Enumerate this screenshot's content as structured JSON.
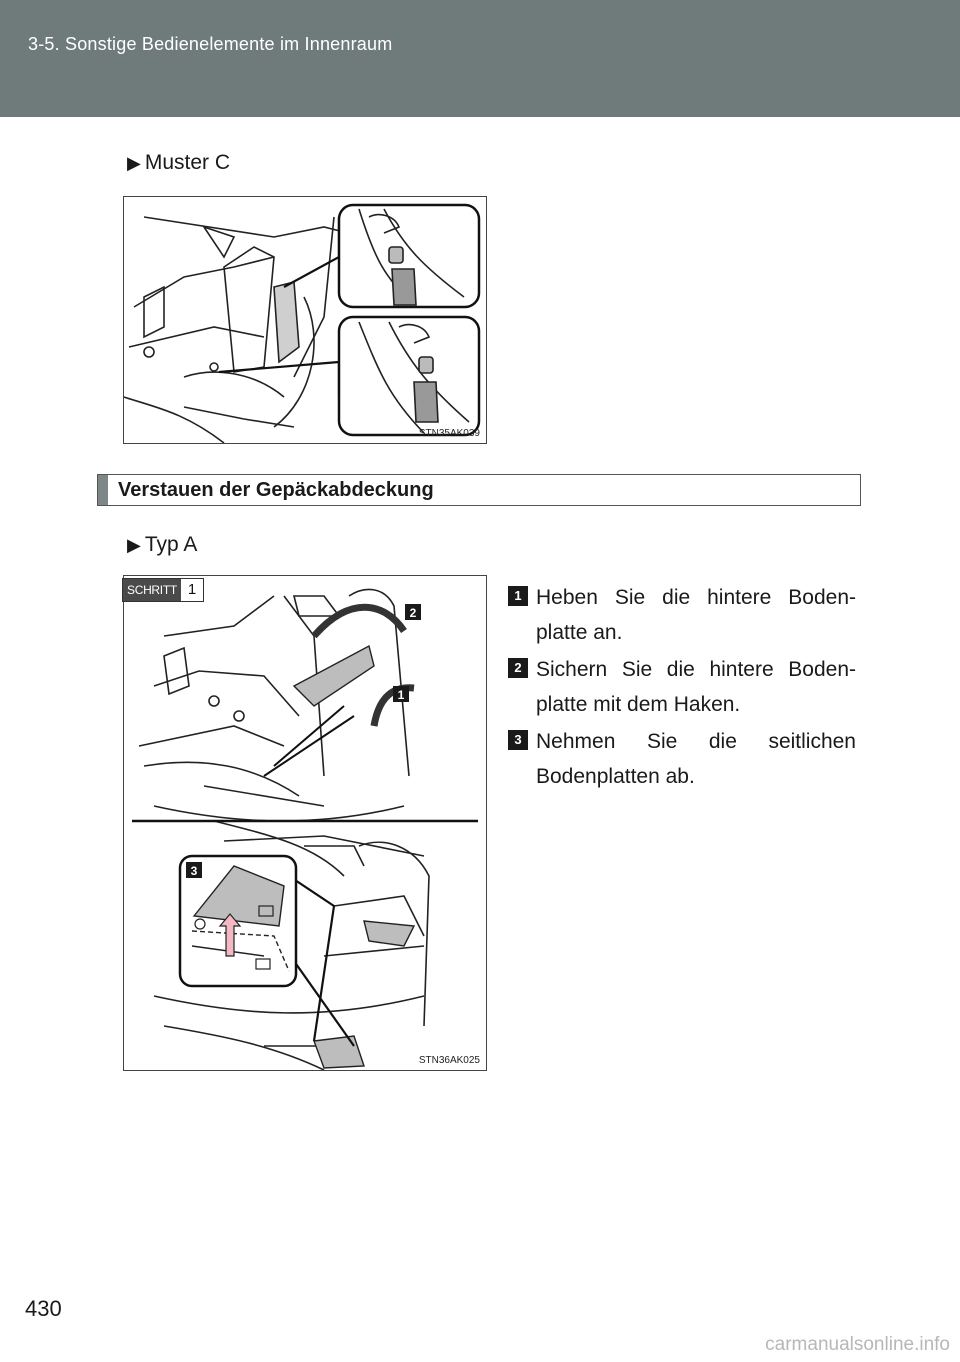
{
  "header": {
    "title": "3-5. Sonstige Bedienelemente im Innenraum"
  },
  "pattern_c": {
    "label": "Muster C"
  },
  "figure1": {
    "code": "STN35AK039"
  },
  "section": {
    "heading": "Verstauen der Gepäckabdeckung"
  },
  "type_a": {
    "label": "Typ A"
  },
  "step_badge": {
    "label": "SCHRITT",
    "number": "1"
  },
  "figure2": {
    "code": "STN36AK025",
    "callouts": [
      "1",
      "2",
      "3"
    ]
  },
  "steps": [
    {
      "number": "1",
      "text": "Heben Sie die hintere Boden-platte an."
    },
    {
      "number": "2",
      "text": "Sichern Sie die hintere Boden-platte mit dem Haken."
    },
    {
      "number": "3",
      "text": "Nehmen Sie die seitlichen Bodenplatten ab."
    }
  ],
  "page_number": "430",
  "watermark": "carmanualsonline.info"
}
